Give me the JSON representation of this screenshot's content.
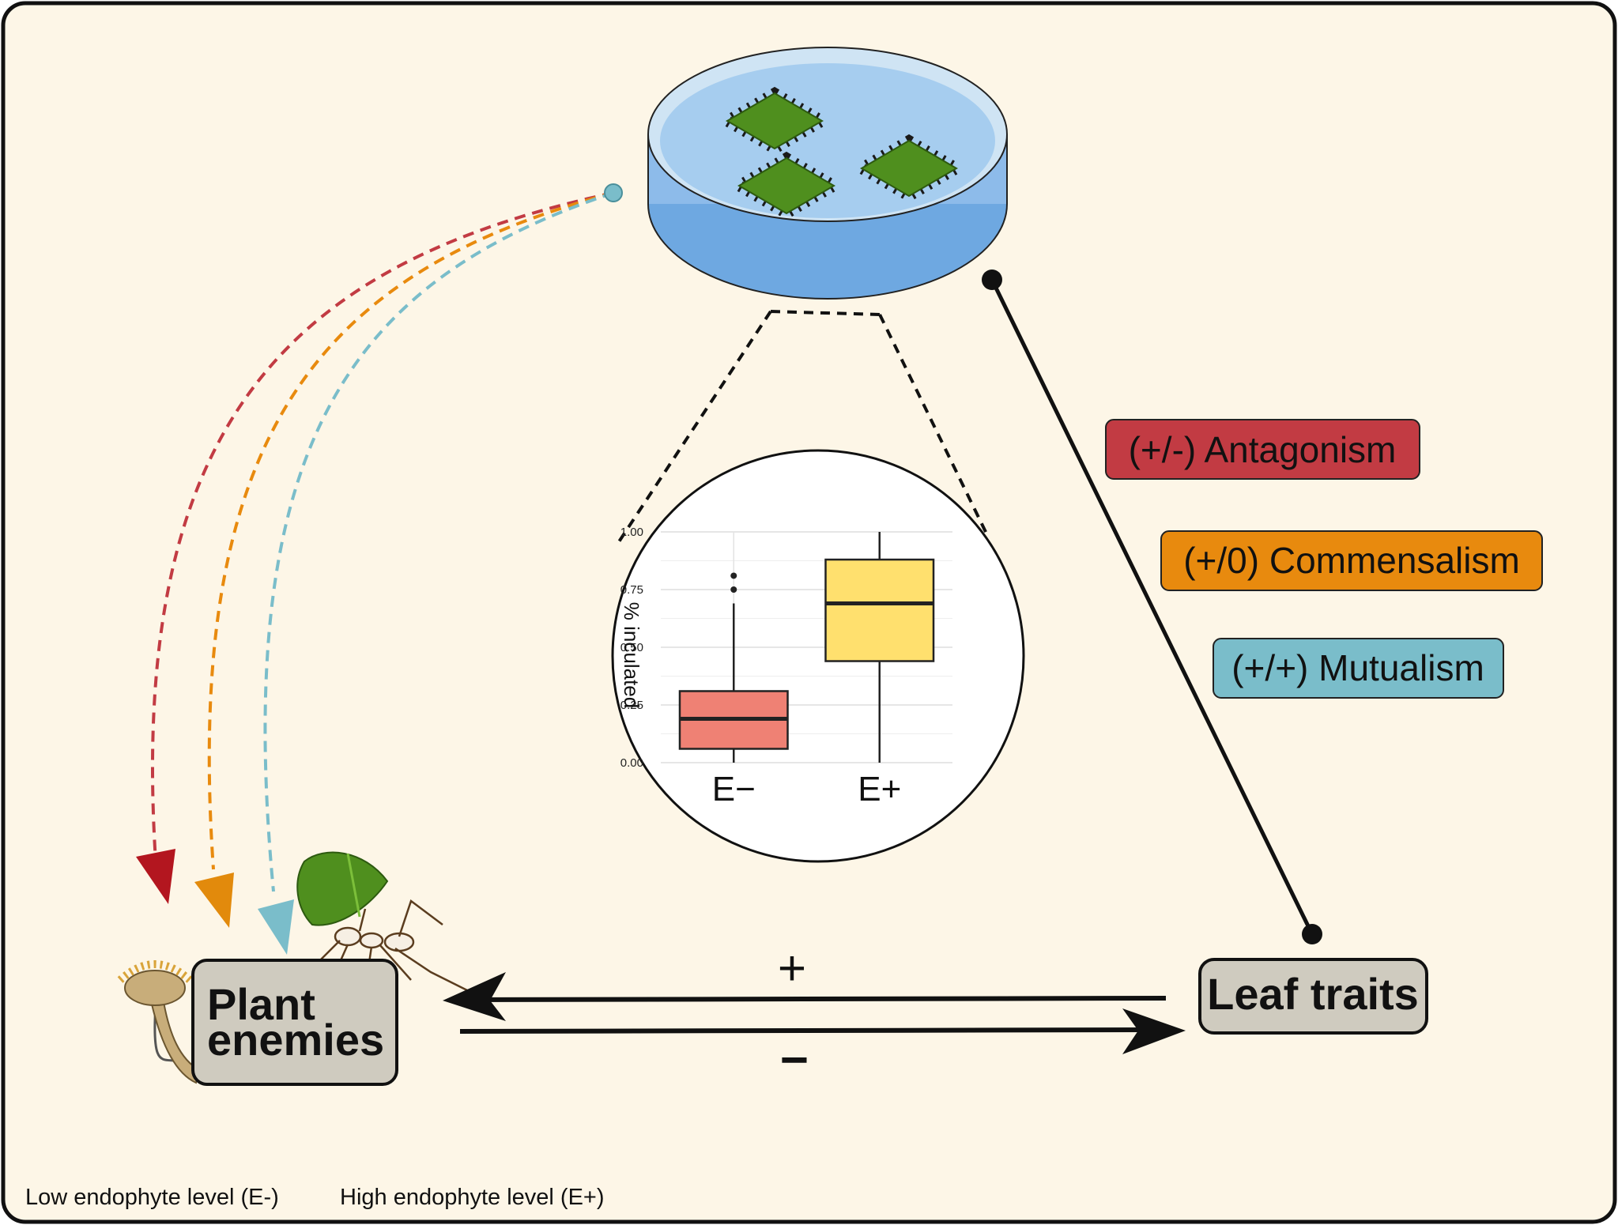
{
  "nodes": {
    "plant_enemies": [
      "Plant",
      "enemies"
    ],
    "leaf_traits": "Leaf traits"
  },
  "arrows": {
    "positive_sign": "+",
    "negative_sign": "−"
  },
  "interactions": [
    {
      "label": "(+/-) Antagonism",
      "color": "#c23b43"
    },
    {
      "label": "(+/0) Commensalism",
      "color": "#e88a0e"
    },
    {
      "label": "(+/+) Mutualism",
      "color": "#7abdca"
    }
  ],
  "footer": {
    "low_label": "Low endophyte level (E-)",
    "high_label": "High endophyte level (E+)"
  },
  "colors": {
    "background": "#fdf6e7",
    "node_fill": "#cfcbbf",
    "antagonism": "#c23b43",
    "commensalism": "#e88a0e",
    "mutualism": "#7abdca",
    "leaf_green": "#4f8f1e",
    "dish_blue": "#a9cfee"
  },
  "chart_data": {
    "type": "box",
    "title": "",
    "xlabel": "",
    "ylabel": "% inculated",
    "categories": [
      "E−",
      "E+"
    ],
    "ylim": [
      0,
      1
    ],
    "yticks": [
      "0.00",
      "0.25",
      "0.50",
      "0.75",
      "1.00"
    ],
    "series": [
      {
        "category": "E−",
        "min": 0.0,
        "q1": 0.06,
        "median": 0.19,
        "q3": 0.31,
        "max": 0.69,
        "outliers": [
          0.75,
          0.81
        ],
        "color": "#ef8174"
      },
      {
        "category": "E+",
        "min": 0.0,
        "q1": 0.44,
        "median": 0.69,
        "q3": 0.88,
        "max": 1.0,
        "outliers": [],
        "color": "#ffe06e"
      }
    ]
  }
}
